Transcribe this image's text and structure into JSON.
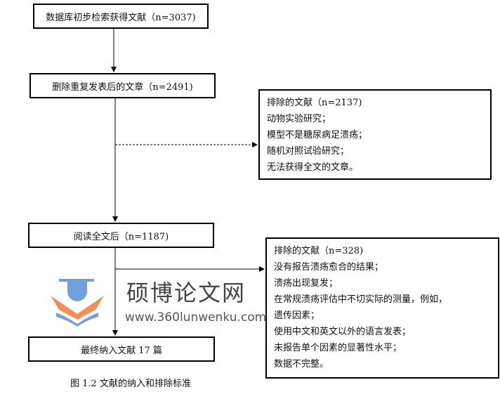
{
  "boxes": {
    "initial": "数据库初步检索获得文献（n=3037)",
    "dedup": "删除重复发表后的文章（n=2491)",
    "fulltext": "阅读全文后（n=1187)",
    "final": "最终纳入文献 17 篇"
  },
  "exclusion1": [
    "排除的文献（n=2137)",
    "动物实验研究；",
    "模型不是糖尿病足溃疡；",
    "随机对照试验研究；",
    "无法获得全文的文章。"
  ],
  "exclusion2": [
    "排除的文献（n=328)",
    "没有报告溃疡愈合的结果；",
    "溃疡出现复发；",
    "在常规溃疡评估中不切实际的测量，例如，",
    "遗传因素；",
    "使用中文和英文以外的语言发表；",
    "未报告单个因素的显著性水平；",
    "数据不完整。"
  ],
  "caption": "图 1.2 文献的纳入和排除标准",
  "watermark": {
    "name": "硕博论文网",
    "url": "www.360lunwenku.com"
  }
}
